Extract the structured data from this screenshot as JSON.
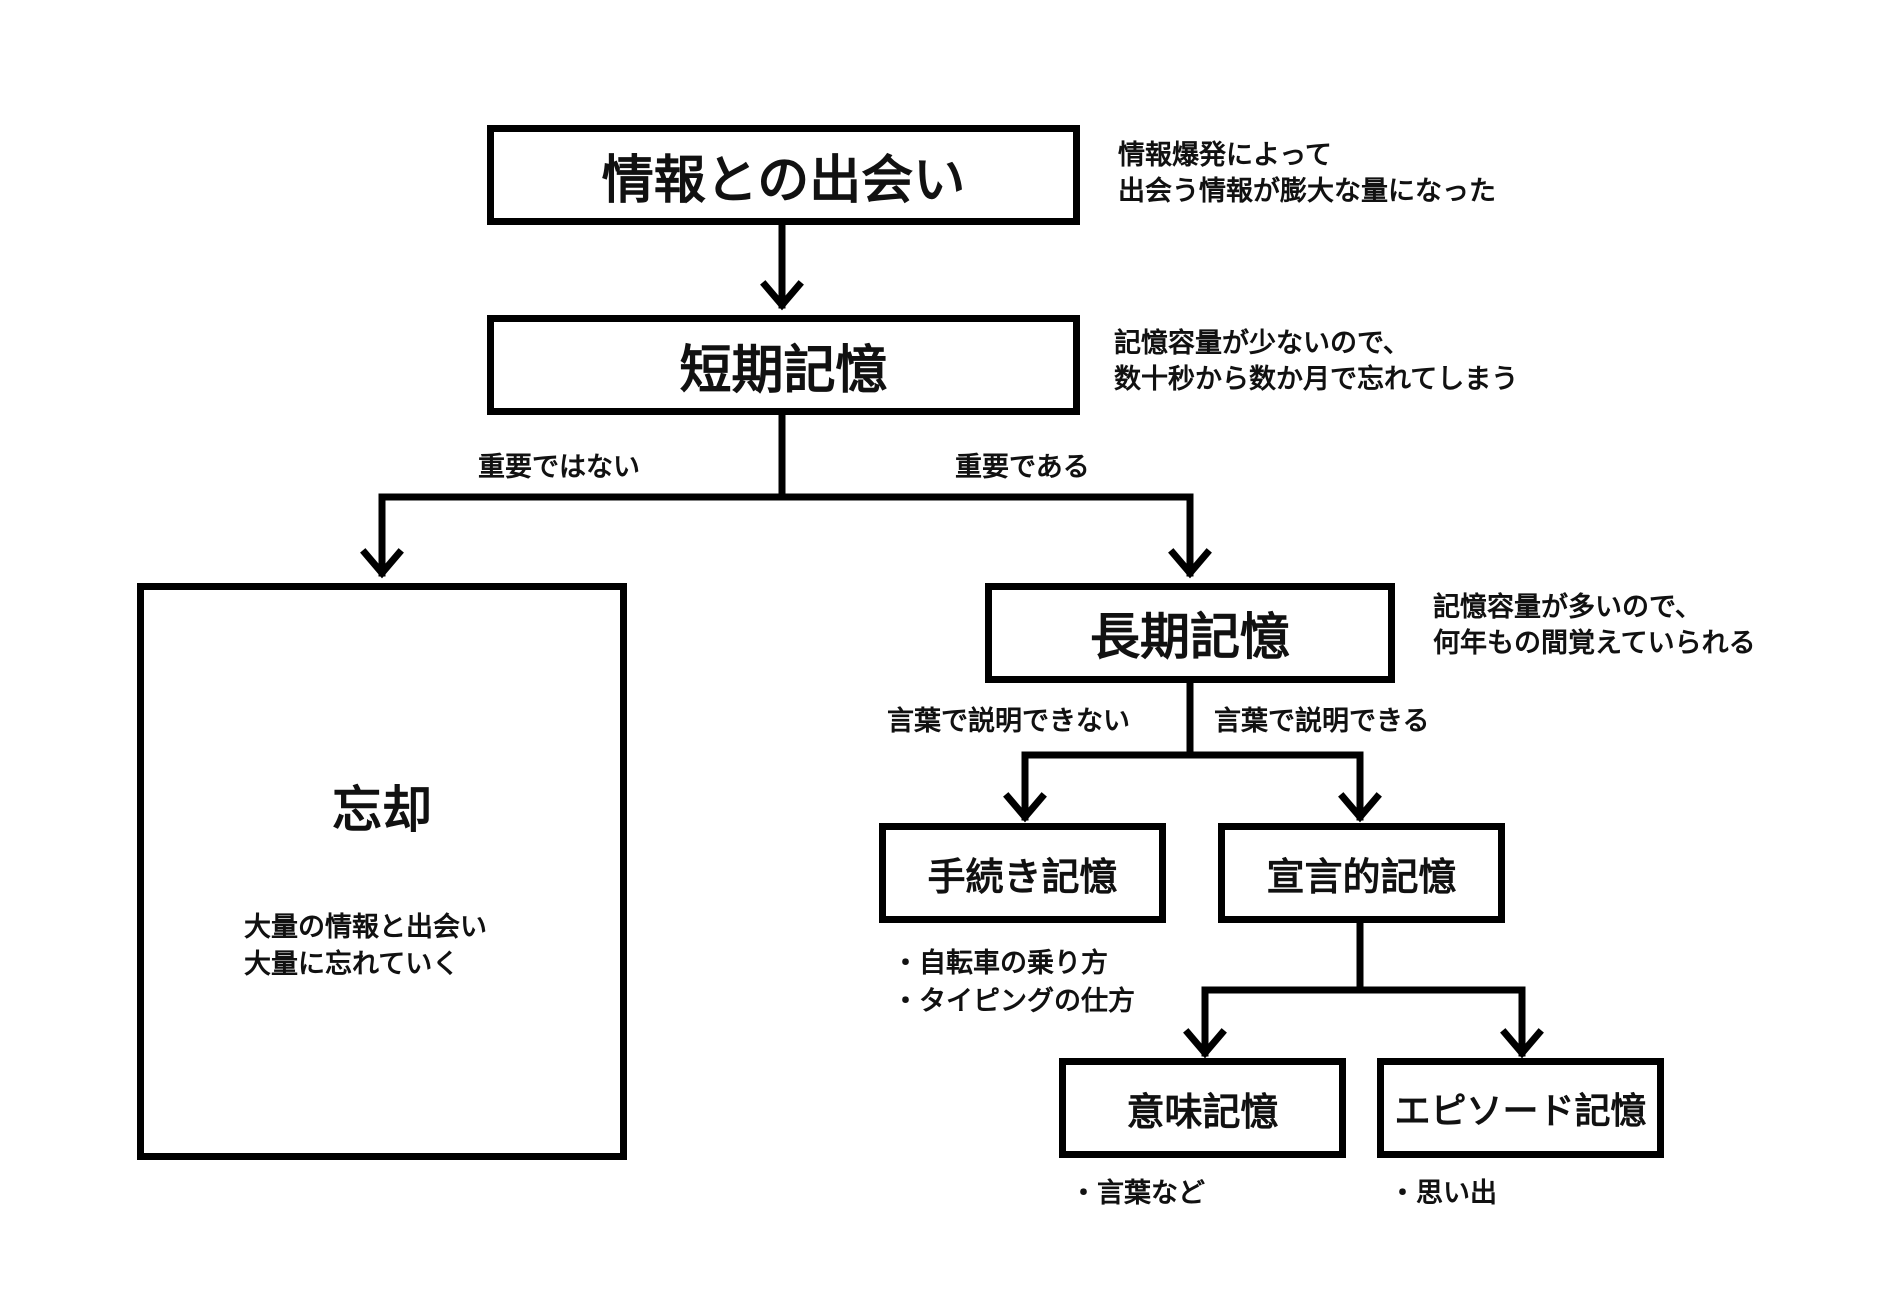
{
  "nodes": {
    "encounter": "情報との出会い",
    "short_term": "短期記憶",
    "forgetting": "忘却",
    "long_term": "長期記憶",
    "procedural": "手続き記憶",
    "declarative": "宣言的記憶",
    "semantic": "意味記憶",
    "episodic": "エピソード記憶"
  },
  "notes": {
    "encounter": [
      "情報爆発によって",
      "出会う情報が膨大な量になった"
    ],
    "short_term": [
      "記憶容量が少ないので、",
      "数十秒から数か月で忘れてしまう"
    ],
    "long_term": [
      "記憶容量が多いので、",
      "何年もの間覚えていられる"
    ],
    "forgetting": [
      "大量の情報と出会い",
      "大量に忘れていく"
    ],
    "procedural": [
      "・自転車の乗り方",
      "・タイピングの仕方"
    ],
    "semantic": [
      "・言葉など"
    ],
    "episodic": [
      "・思い出"
    ]
  },
  "branches": {
    "not_important": "重要ではない",
    "important": "重要である",
    "not_explainable": "言葉で説明できない",
    "explainable": "言葉で説明できる"
  }
}
